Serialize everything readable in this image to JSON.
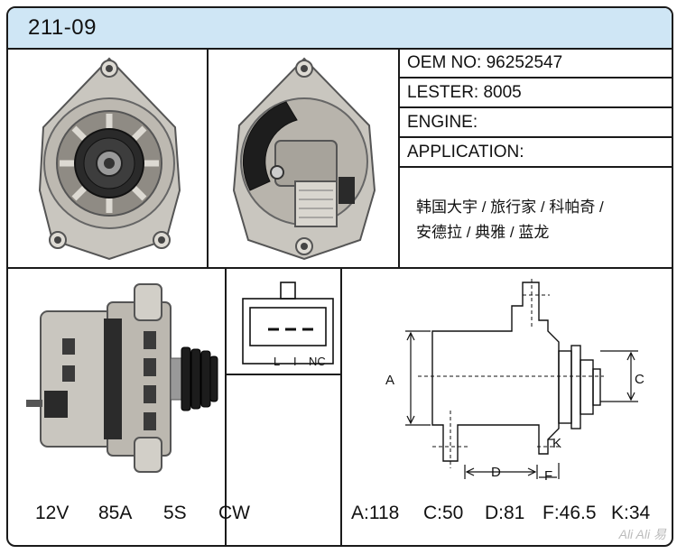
{
  "header": {
    "title": "211-09"
  },
  "specs": {
    "oem": "OEM NO: 96252547",
    "lester": "LESTER: 8005",
    "engine": "ENGINE:",
    "application": "APPLICATION:"
  },
  "application_text": {
    "line1": "韩国大宇 / 旅行家 / 科帕奇 /",
    "line2": "安德拉 / 典雅 / 蓝龙"
  },
  "connector": {
    "pins": [
      "L",
      "I",
      "NC"
    ]
  },
  "electrical": {
    "voltage": "12V",
    "amperage": "85A",
    "pulley": "5S",
    "rotation": "CW"
  },
  "dimensions": {
    "labels": {
      "a": "A",
      "c": "C",
      "d": "D",
      "f": "F",
      "k": "K"
    },
    "a": "A:118",
    "c": "C:50",
    "d": "D:81",
    "f": "F:46.5",
    "k": "K:34"
  },
  "watermark": "Ali Ali 易"
}
